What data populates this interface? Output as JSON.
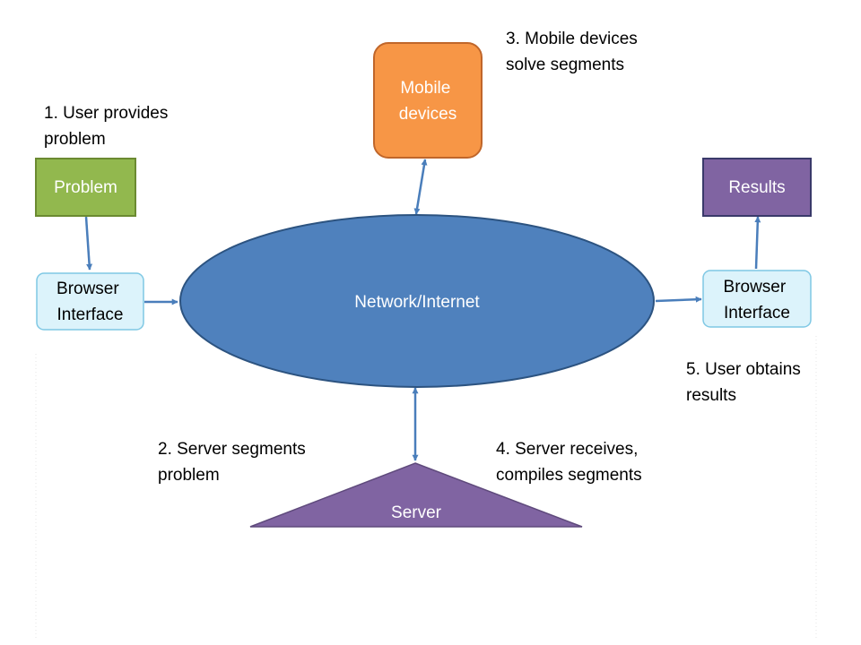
{
  "nodes": {
    "problem": {
      "label": "Problem",
      "fill": "#92B84E",
      "stroke": "#6B8A31",
      "text_color": "#ffffff"
    },
    "browser_left": {
      "line1": "Browser",
      "line2": "Interface",
      "fill": "#DCF3FB",
      "stroke": "#7FC8E4",
      "text_color": "#000000"
    },
    "network": {
      "label": "Network/Internet",
      "fill": "#4F81BD",
      "stroke": "#2C5380",
      "text_color": "#ffffff"
    },
    "mobile": {
      "line1": "Mobile",
      "line2": "devices",
      "fill": "#F79646",
      "stroke": "#C0662A",
      "text_color": "#ffffff"
    },
    "results": {
      "label": "Results",
      "fill": "#8064A2",
      "stroke": "#3A3A6A",
      "text_color": "#ffffff"
    },
    "browser_right": {
      "line1": "Browser",
      "line2": "Interface",
      "fill": "#DCF3FB",
      "stroke": "#7FC8E4",
      "text_color": "#000000"
    },
    "server": {
      "label": "Server",
      "fill": "#8064A2",
      "stroke": "#5F4A7C",
      "text_color": "#ffffff"
    }
  },
  "steps": {
    "step1": {
      "line1": "1. User provides",
      "line2": "problem"
    },
    "step2": {
      "line1": "2. Server segments",
      "line2": "problem"
    },
    "step3": {
      "line1": "3. Mobile devices",
      "line2": "solve segments"
    },
    "step4": {
      "line1": "4. Server receives,",
      "line2": "compiles segments"
    },
    "step5": {
      "line1": "5. User obtains",
      "line2": "results"
    }
  },
  "connector_color": "#4A7EBB"
}
